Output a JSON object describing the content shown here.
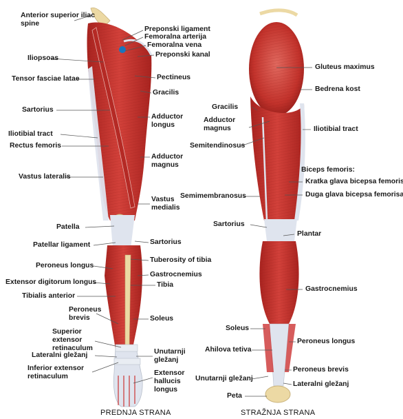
{
  "figure": {
    "views": [
      {
        "caption": "PREDNJA STRANA",
        "labels": [
          "Anterior superior iliac spine",
          "Iliopsoas",
          "Tensor fasciae latae",
          "Sartorius",
          "Iliotibial tract",
          "Rectus femoris",
          "Vastus lateralis",
          "Patella",
          "Patellar ligament",
          "Peroneus longus",
          "Extensor digitorum longus",
          "Tibialis anterior",
          "Peroneus brevis",
          "Superior extensor retinaculum",
          "Lateralni gležanj",
          "Inferior extensor retinaculum",
          "Preponski ligament",
          "Femoralna arterija",
          "Femoralna vena",
          "Preponski kanal",
          "Pectineus",
          "Gracilis",
          "Adductor longus",
          "Adductor magnus",
          "Vastus medialis",
          "Sartorius",
          "Tuberosity of tibia",
          "Gastrocnemius",
          "Tibia",
          "Soleus",
          "Unutarnji gležanj",
          "Extensor hallucis longus"
        ]
      },
      {
        "caption": "STRAŽNJA STRANA",
        "labels": [
          "Gracilis",
          "Adductor magnus",
          "Semitendinosus",
          "Semimembranosus",
          "Sartorius",
          "Soleus",
          "Ahilova tetiva",
          "Unutarnji gležanj",
          "Peta",
          "Gluteus maximus",
          "Bedrena kost",
          "Iliotibial tract",
          "Biceps femoris:",
          "Kratka glava bicepsa femorisa",
          "Duga glava bicepsa femorisa",
          "Plantar",
          "Gastrocnemius",
          "Peroneus longus",
          "Peroneus brevis",
          "Lateralni gležanj"
        ]
      }
    ]
  },
  "colors": {
    "muscle": "#c8332c",
    "muscle_dark": "#9e1f1c",
    "tendon": "#dfe4ee",
    "bone": "#ecd9a4",
    "artery": "#1b75bc"
  }
}
